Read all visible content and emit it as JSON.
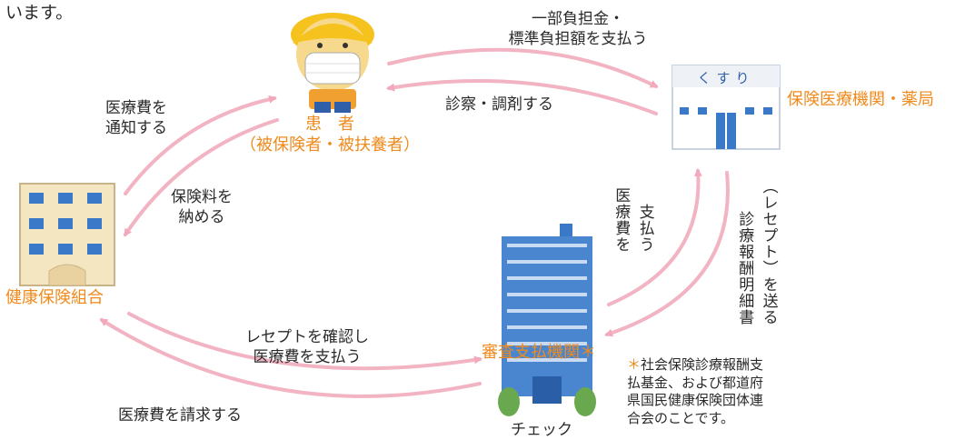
{
  "top_partial_text": "います。",
  "nodes": {
    "patient_line1": "患　者",
    "patient_line2": "（被保険者・被扶養者）",
    "medical": "保険医療機関・薬局",
    "pharmacy_sign": "くすり",
    "insurer": "健康保険組合",
    "review": "審査支払機関＊",
    "check_label": "チェック"
  },
  "flows": {
    "copay_line1": "一部負担金・",
    "copay_line2": "標準負担額を支払う",
    "treatment": "診察・調剤する",
    "notify_line1": "医療費を",
    "notify_line2": "通知する",
    "premium_line1": "保険料を",
    "premium_line2": "納める",
    "pay_medical_col1": "医療費を",
    "pay_medical_col2": "支払う",
    "receipt_col1": "診療報酬明細書",
    "receipt_col2": "（レセプト）を送る",
    "confirm_line1": "レセプトを確認し",
    "confirm_line2": "医療費を支払う",
    "request": "医療費を請求する"
  },
  "footnote": {
    "mark": "＊",
    "line1": "社会保険診療報酬支",
    "line2": "払基金、および都道府",
    "line3": "県国民健康保険団体連",
    "line4": "合会のことです。"
  },
  "colors": {
    "arrow": "#f2b3c2",
    "label_orange": "#f08a1c",
    "building_blue": "#3a78c8"
  }
}
